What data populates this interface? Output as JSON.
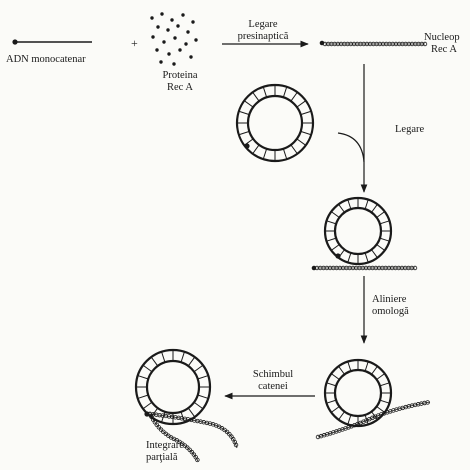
{
  "labels": {
    "ssdna": "ADN monocatenar",
    "plus": "+",
    "protein_line1": "Proteina",
    "protein_line2": "Rec A",
    "step1_line1": "Legare",
    "step1_line2": "presinaptică",
    "nucleo_line1": "Nucleop",
    "nucleo_line2": "Rec A",
    "step2": "Legare",
    "step3_line1": "Aliniere",
    "step3_line2": "omologă",
    "step4_line1": "Schimbul",
    "step4_line2": "catenei",
    "result_line1": "Integrare",
    "result_line2": "parţială"
  }
}
